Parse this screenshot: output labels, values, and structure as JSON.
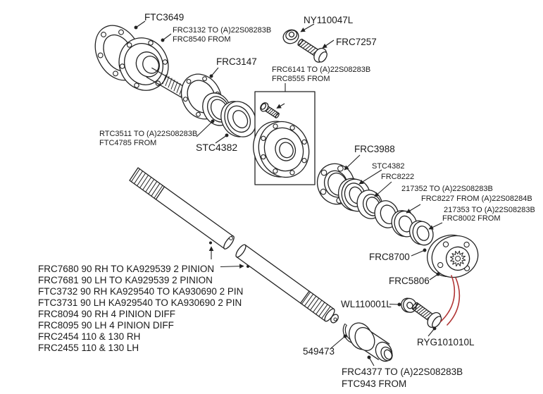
{
  "diagram_title": "axle-shaft-and-hub-exploded-parts-diagram",
  "colors": {
    "line": "#222222",
    "text": "#1a1a1a",
    "accent_red": "#b03333",
    "background": "#ffffff"
  },
  "labels": {
    "ftc3649": "FTC3649",
    "frc3132_to": "FRC3132 TO (A)22S08283B",
    "frc8540_from": "FRC8540 FROM",
    "frc3147": "FRC3147",
    "ny110047l": "NY110047L",
    "frc7257": "FRC7257",
    "frc6141_to": "FRC6141 TO (A)22S08283B",
    "frc8555_from": "FRC8555 FROM",
    "rtc3511_to": "RTC3511 TO (A)22S08283B",
    "ftc4785_from": "FTC4785 FROM",
    "stc4382_left": "STC4382",
    "frc3988": "FRC3988",
    "stc4382_right": "STC4382",
    "frc8222": "FRC8222",
    "p217352_to": "217352 TO (A)22S08283B",
    "frc8227_from": "FRC8227 FROM (A)22S08284B",
    "p217353_to": "217353 TO (A)22S08283B",
    "frc8002_from": "FRC8002 FROM",
    "frc8700": "FRC8700",
    "frc5806": "FRC5806",
    "wl110001l": "WL110001L",
    "ryg101010l": "RYG101010L",
    "p549473": "549473",
    "frc4377_to": "FRC4377 TO (A)22S08283B",
    "ftc943_from": "FTC943 FROM"
  },
  "axle_shaft_variants": [
    "FRC7680 90 RH TO KA929539 2 PINION",
    "FRC7681 90 LH TO KA929539 2 PINION",
    "FTC3732 90 RH KA929540 TO KA930690 2 PIN",
    "FTC3731 90 LH KA929540 TO KA930690 2 PIN",
    "FRC8094 90 RH 4 PINION DIFF",
    "FRC8095 90 LH 4 PINION DIFF",
    "FRC2454 110 & 130 RH",
    "FRC2455 110 & 130 LH"
  ]
}
